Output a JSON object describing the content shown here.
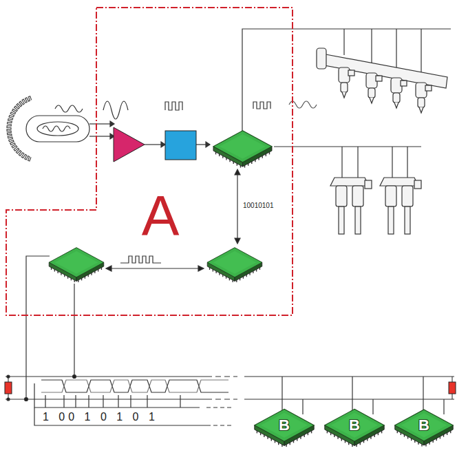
{
  "diagram": {
    "nodes": [
      {
        "text": [
          "A"
        ]
      },
      {
        "text": [
          "B"
        ]
      },
      {
        "text": [
          "B"
        ]
      },
      {
        "text": [
          "B"
        ]
      }
    ],
    "labels": [
      "10010101",
      "1 00 1 0 1 0 1"
    ]
  }
}
